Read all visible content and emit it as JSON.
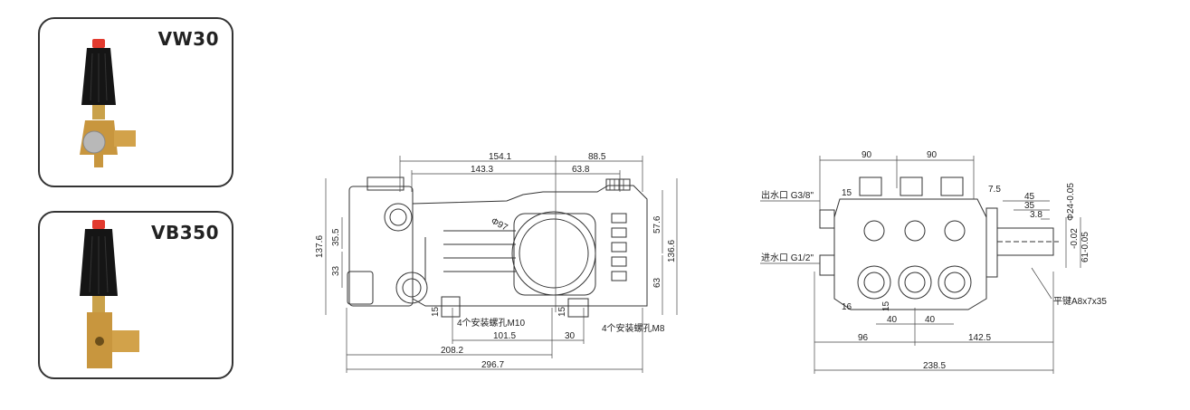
{
  "products": [
    {
      "model": "VW30"
    },
    {
      "model": "VB350"
    }
  ],
  "side_view": {
    "dims": {
      "d1": "154.1",
      "d2": "88.5",
      "d3": "143.3",
      "d4": "63.8",
      "d5": "137.6",
      "d6": "35.5",
      "d7": "33",
      "d8": "57.6",
      "d9": "136.6",
      "d10": "63",
      "d11": "101.5",
      "d12": "30",
      "d13": "208.2",
      "d14": "296.7",
      "d15": "15",
      "d16": "15",
      "circle": "Φ97"
    },
    "notes": {
      "m10": "4个安装螺孔M10",
      "m8": "4个安装螺孔M8"
    }
  },
  "front_view": {
    "dims": {
      "w1": "90",
      "w2": "90",
      "a": "15",
      "b": "7.5",
      "c": "45",
      "d": "35",
      "e": "3.8",
      "f": "Φ24-0.05",
      "g": "-0.02",
      "h": "61-0.05",
      "i": "16",
      "j": "15",
      "k": "40",
      "l": "40",
      "m": "96",
      "n": "142.5",
      "o": "238.5"
    },
    "notes": {
      "outlet": "出水口 G3/8\"",
      "inlet": "进水口 G1/2\"",
      "key": "平键A8x7x35"
    }
  }
}
